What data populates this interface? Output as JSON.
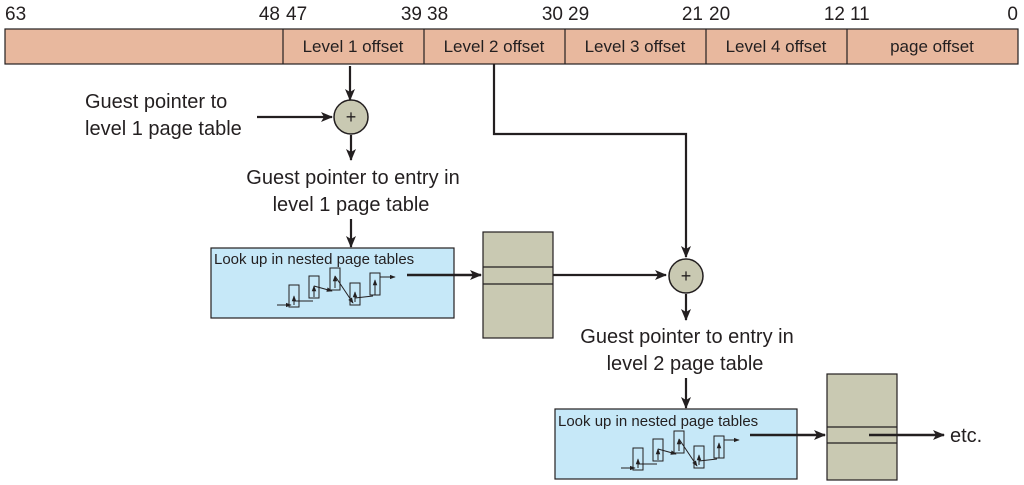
{
  "diagram": {
    "type": "nested-page-table-address-translation",
    "colors": {
      "address_bar": "#e8b89e",
      "lookup_box": "#c6e8f8",
      "page_table": "#c9c9b2",
      "adder": "#c9c9b2",
      "stroke": "#231f20"
    },
    "bit_numbers": [
      "63",
      "48",
      "47",
      "39",
      "38",
      "30",
      "29",
      "21",
      "20",
      "12",
      "11",
      "0"
    ],
    "address_fields": [
      {
        "label": "",
        "bits": "63-48"
      },
      {
        "label": "Level 1 offset",
        "bits": "47-39"
      },
      {
        "label": "Level 2 offset",
        "bits": "38-30"
      },
      {
        "label": "Level 3 offset",
        "bits": "29-21"
      },
      {
        "label": "Level 4 offset",
        "bits": "20-12"
      },
      {
        "label": "page offset",
        "bits": "11-0"
      }
    ],
    "labels": {
      "guest_ptr_l1_line1": "Guest pointer to",
      "guest_ptr_l1_line2": "level 1 page table",
      "entry_l1_line1": "Guest pointer to entry in",
      "entry_l1_line2": "level 1 page table",
      "entry_l2_line1": "Guest pointer to entry in",
      "entry_l2_line2": "level 2 page table",
      "lookup_1": "Look up in nested page tables",
      "lookup_2": "Look up in nested page tables",
      "etc": "etc.",
      "adder_symbol": "+"
    }
  }
}
